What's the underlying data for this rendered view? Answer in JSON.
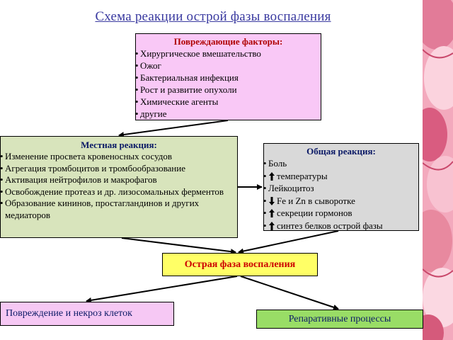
{
  "title": "Схема реакции острой фазы воспаления",
  "damaging_factors": {
    "heading": "Повреждающие факторы:",
    "items": [
      "Хирургическое вмешательство",
      "Ожог",
      "Бактериальная инфекция",
      "Рост и развитие опухоли",
      "Химические агенты",
      "другие"
    ]
  },
  "local_reaction": {
    "heading": "Местная реакция:",
    "items": [
      "Изменение просвета кровеносных сосудов",
      "Агрегация тромбоцитов и тромбообразование",
      "Активация нейтрофилов и макрофагов",
      "Освобождение протеаз и др. лизосомальных ферментов",
      "Образование кининов, простагландинов и других медиаторов"
    ]
  },
  "general_reaction": {
    "heading": "Общая реакция:",
    "items": [
      {
        "arrow": "",
        "text": "Боль"
      },
      {
        "arrow": "up",
        "text": "температуры"
      },
      {
        "arrow": "",
        "text": "Лейкоцитоз"
      },
      {
        "arrow": "down",
        "text": "Fe и  Zn в сыворотке"
      },
      {
        "arrow": "up",
        "text": "секреции гормонов"
      },
      {
        "arrow": "up",
        "text": "синтез белков острой фазы"
      }
    ]
  },
  "acute_phase": "Острая фаза воспаления",
  "cell_damage": "Повреждение и некроз клеток",
  "reparative": "Репаративные процессы",
  "colors": {
    "factors_bg": "#f9c8f6",
    "local_bg": "#d8e4bc",
    "general_bg": "#d9d9d9",
    "acute_bg": "#ffff66",
    "damage_bg": "#f6c8f4",
    "reparative_bg": "#99dd66",
    "title_color": "#3a3aa0"
  }
}
